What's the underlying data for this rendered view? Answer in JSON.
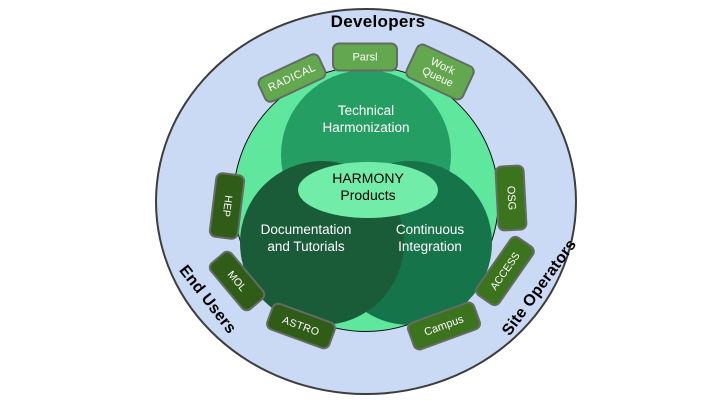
{
  "title": "HARMONY ecosystem diagram",
  "colors": {
    "background": "#ffffff",
    "outer_ring_fill": "#cbdaf4",
    "outer_ring_border": "#3d3d3d",
    "inner_circle_fill": "#5fe89d",
    "inner_circle_border": "#0d0d0d",
    "technical_fill": "#249e62",
    "continuous_fill": "#16744a",
    "documentation_fill": "#1a5c38",
    "center_ellipse_fill": "#72eda9",
    "badge_light_green": "#63a84f",
    "badge_mid_green": "#3c731d",
    "badge_dark_green": "#2f5c17",
    "badge_border": "#646c64",
    "circle_text": "#ffffff",
    "ring_text": "#000000"
  },
  "ring_labels": {
    "top": "Developers",
    "left": "End Users",
    "right": "Site Operators"
  },
  "circles": {
    "technical": {
      "line1": "Technical",
      "line2": "Harmonization"
    },
    "documentation": {
      "line1": "Documentation",
      "line2": "and Tutorials"
    },
    "continuous": {
      "line1": "Continuous",
      "line2": "Integration"
    }
  },
  "center": {
    "line1": "HARMONY",
    "line2": "Products"
  },
  "badges": {
    "radical": {
      "label": "RADICAL",
      "group": "developer-tools"
    },
    "parsl": {
      "label": "Parsl",
      "group": "developer-tools"
    },
    "work_queue": {
      "label": "Work Queue",
      "group": "developer-tools"
    },
    "osg": {
      "label": "OSG",
      "group": "site-operators"
    },
    "access": {
      "label": "ACCESS",
      "group": "site-operators"
    },
    "campus": {
      "label": "Campus",
      "group": "site-operators"
    },
    "astro": {
      "label": "ASTRO",
      "group": "end-users"
    },
    "mol": {
      "label": "MOL",
      "group": "end-users"
    },
    "hep": {
      "label": "HEP",
      "group": "end-users"
    }
  }
}
